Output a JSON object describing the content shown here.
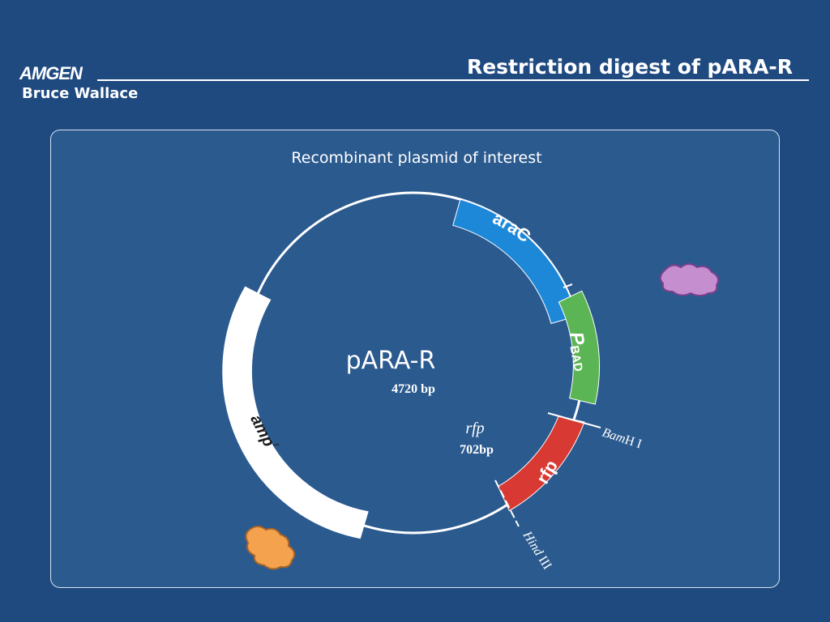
{
  "header": {
    "logo_text": "AMGEN",
    "presenter": "Bruce Wallace",
    "title": "Restriction digest of pARA-R"
  },
  "panel": {
    "subtitle": "Recombinant plasmid of interest"
  },
  "plasmid": {
    "name": "pARA-R",
    "size": "4720 bp",
    "genes": [
      {
        "label": "araC",
        "color": "#1e88d8"
      },
      {
        "label": "PBAD",
        "label_main": "P",
        "label_sub": "BAD",
        "color": "#5cb554"
      },
      {
        "label": "rfp",
        "color": "#d83a33"
      },
      {
        "label": "amp",
        "label_main": "amp",
        "label_sup": "r",
        "color": "#ffffff"
      }
    ],
    "insert": {
      "name": "rfp",
      "size": "702bp"
    },
    "sites": [
      {
        "name_italic": "Bam",
        "name_rest": "H I"
      },
      {
        "name_italic": "Hind",
        "name_rest": " III"
      }
    ]
  },
  "enzymes": [
    {
      "name": "purple-enzyme",
      "color": "#c58fcf"
    },
    {
      "name": "orange-enzyme",
      "color": "#f4a24e"
    }
  ]
}
